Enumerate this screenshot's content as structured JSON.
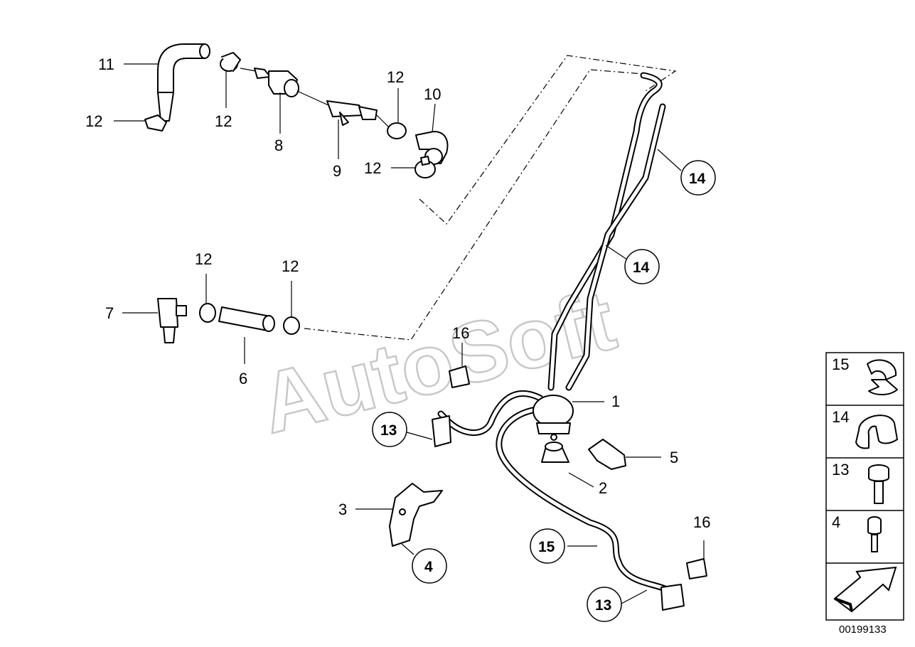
{
  "diagram": {
    "drawing_number": "00199133",
    "watermark": "AutoSoft",
    "callouts": [
      {
        "id": "c-11",
        "text": "11"
      },
      {
        "id": "c-12a",
        "text": "12"
      },
      {
        "id": "c-12b",
        "text": "12"
      },
      {
        "id": "c-8",
        "text": "8"
      },
      {
        "id": "c-12c",
        "text": "12"
      },
      {
        "id": "c-10",
        "text": "10"
      },
      {
        "id": "c-9",
        "text": "9"
      },
      {
        "id": "c-12d",
        "text": "12"
      },
      {
        "id": "c-14a",
        "text": "14"
      },
      {
        "id": "c-14b",
        "text": "14"
      },
      {
        "id": "c-12e",
        "text": "12"
      },
      {
        "id": "c-12f",
        "text": "12"
      },
      {
        "id": "c-7",
        "text": "7"
      },
      {
        "id": "c-6",
        "text": "6"
      },
      {
        "id": "c-16a",
        "text": "16"
      },
      {
        "id": "c-1",
        "text": "1"
      },
      {
        "id": "c-13a",
        "text": "13"
      },
      {
        "id": "c-5",
        "text": "5"
      },
      {
        "id": "c-2",
        "text": "2"
      },
      {
        "id": "c-3",
        "text": "3"
      },
      {
        "id": "c-4",
        "text": "4"
      },
      {
        "id": "c-15",
        "text": "15"
      },
      {
        "id": "c-16b",
        "text": "16"
      },
      {
        "id": "c-13b",
        "text": "13"
      }
    ],
    "legend": [
      {
        "text": "15",
        "icon": "clamp-icon"
      },
      {
        "text": "14",
        "icon": "clip-icon"
      },
      {
        "text": "13",
        "icon": "bolt-icon"
      },
      {
        "text": "4",
        "icon": "screw-icon"
      }
    ],
    "legend_arrow_icon": "arrow-icon"
  }
}
